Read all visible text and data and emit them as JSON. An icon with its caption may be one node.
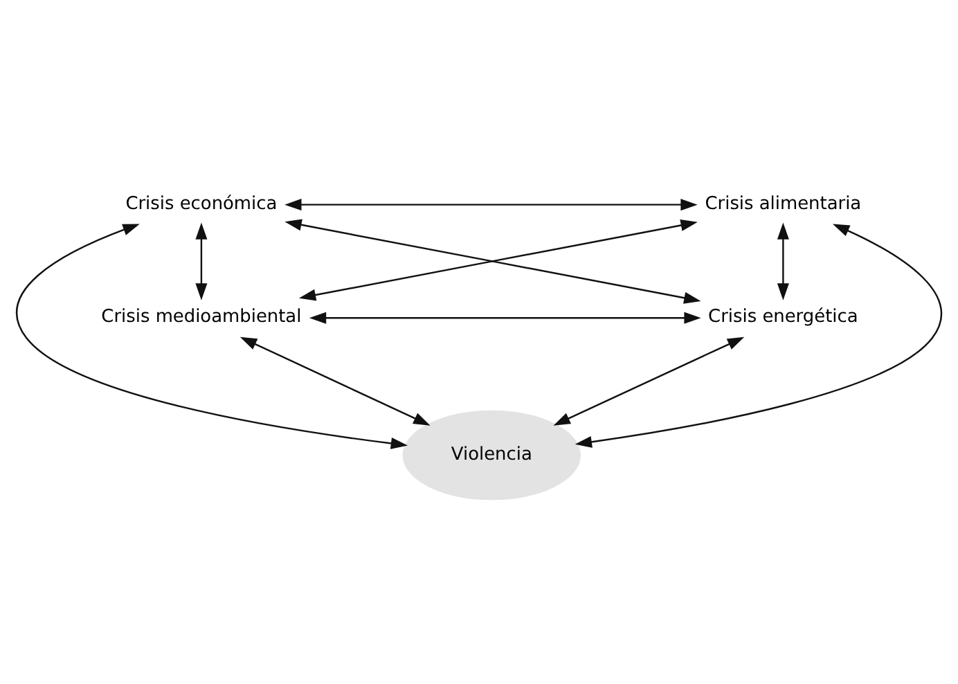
{
  "diagram": {
    "nodes": [
      {
        "text": [
          "Crisis económica"
        ]
      },
      {
        "text": [
          "Crisis alimentaria"
        ]
      },
      {
        "text": [
          "Violencia"
        ]
      },
      {
        "text": [
          "Crisis medioambiental"
        ]
      },
      {
        "text": [
          "Crisis energética"
        ]
      }
    ],
    "edges": [
      {
        "from": 0,
        "to": 1,
        "arrow": "both"
      },
      {
        "from": 0,
        "to": 3,
        "arrow": "both"
      },
      {
        "from": 1,
        "to": 4,
        "arrow": "both"
      },
      {
        "from": 3,
        "to": 4,
        "arrow": "both"
      },
      {
        "from": 0,
        "to": 2,
        "arrow": "both"
      },
      {
        "from": 1,
        "to": 2,
        "arrow": "both"
      },
      {
        "from": 3,
        "to": 2,
        "arrow": "both"
      },
      {
        "from": 4,
        "to": 2,
        "arrow": "both"
      },
      {
        "from": 0,
        "to": 4,
        "arrow": "both"
      },
      {
        "from": 1,
        "to": 3,
        "arrow": "both"
      }
    ]
  }
}
